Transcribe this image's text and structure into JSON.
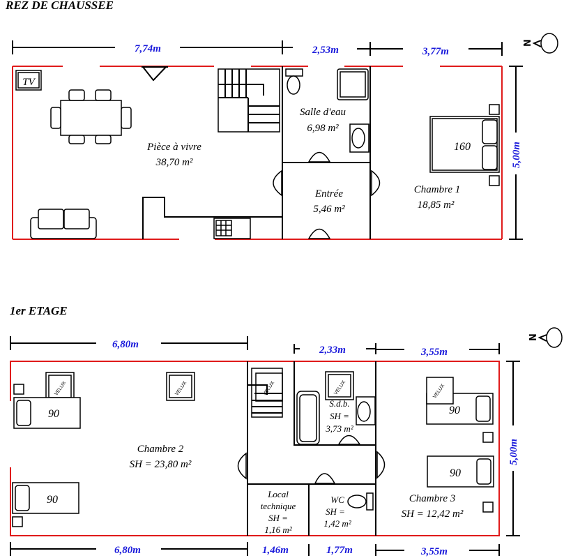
{
  "ground_floor": {
    "title": "REZ DE CHAUSSEE",
    "dimensions": {
      "top": [
        "7,74m",
        "2,53m",
        "3,77m"
      ],
      "side": "5,00m"
    },
    "rooms": [
      {
        "name": "Pièce à vivre",
        "area": "38,70 m²"
      },
      {
        "name": "Salle d'eau",
        "area": "6,98 m²"
      },
      {
        "name": "Entrée",
        "area": "5,46 m²"
      },
      {
        "name": "Chambre 1",
        "area": "18,85 m²"
      }
    ],
    "tv_label": "TV",
    "bed_label": "160",
    "compass": "N"
  },
  "first_floor": {
    "title": "1er ETAGE",
    "dimensions": {
      "top": [
        "6,80m",
        "2,33m",
        "3,55m"
      ],
      "bottom": [
        "6,80m",
        "1,46m",
        "1,77m",
        "3,55m"
      ],
      "side": "5,00m"
    },
    "rooms": {
      "chambre2": {
        "name": "Chambre 2",
        "area": "SH = 23,80 m²"
      },
      "sdb": {
        "name": "S.d.b.",
        "sh": "SH =",
        "area": "3,73 m²"
      },
      "local": {
        "name1": "Local",
        "name2": "technique",
        "sh": "SH =",
        "area": "1,16 m²"
      },
      "wc": {
        "name": "WC",
        "sh": "SH =",
        "area": "1,42 m²"
      },
      "chambre3": {
        "name": "Chambre 3",
        "area": "SH = 12,42 m²"
      }
    },
    "bed_label": "90",
    "velux_label": "VELUX",
    "compass": "N"
  }
}
